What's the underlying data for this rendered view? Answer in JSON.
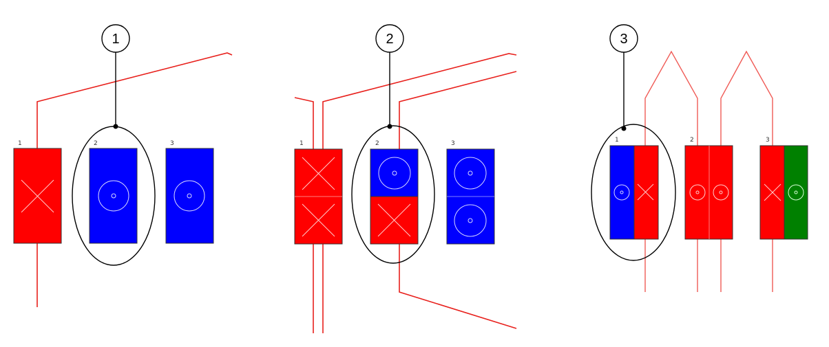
{
  "panels": [
    {
      "callout": "1",
      "labels": [
        "1",
        "2",
        "3"
      ]
    },
    {
      "callout": "2",
      "labels": [
        "1",
        "2",
        "3"
      ]
    },
    {
      "callout": "3",
      "labels": [
        "1",
        "2",
        "3"
      ]
    }
  ],
  "colors": {
    "red": "#ff0000",
    "blue": "#0000ff",
    "green": "#008000",
    "wire": "#e8201c"
  }
}
